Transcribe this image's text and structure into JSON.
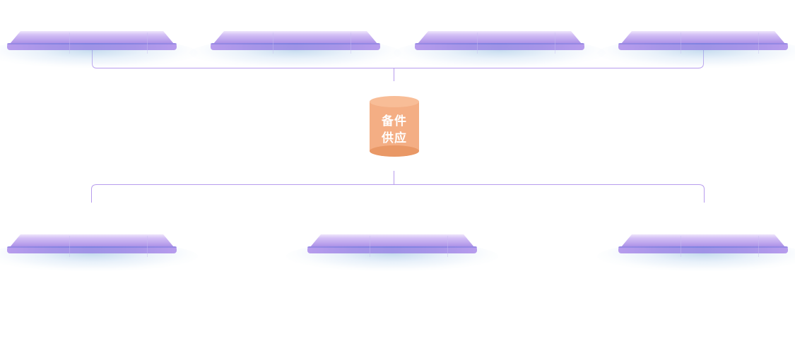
{
  "diagram": {
    "type": "hub-and-spoke",
    "colors": {
      "platform": "#b79ced",
      "platform_top_highlight": "#efe6fc",
      "connector_line": "#b79ced",
      "hub_body": "#f4ae84",
      "hub_top": "#f8bd97",
      "hub_bottom": "#e99866",
      "hub_text": "#ffffff"
    },
    "hub": {
      "label_line1": "备件",
      "label_line2": "供应",
      "shape": "cylinder-icon"
    },
    "top_row": {
      "platforms": [
        {
          "label": ""
        },
        {
          "label": ""
        },
        {
          "label": ""
        },
        {
          "label": ""
        }
      ]
    },
    "bottom_row": {
      "platforms": [
        {
          "label": ""
        },
        {
          "label": ""
        },
        {
          "label": ""
        }
      ]
    }
  }
}
